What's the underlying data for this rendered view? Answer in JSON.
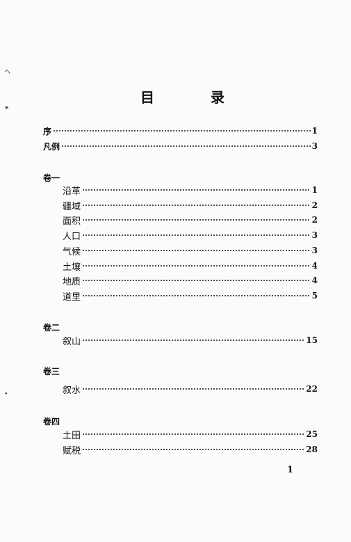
{
  "title": {
    "left": "目",
    "right": "录"
  },
  "front_entries": [
    {
      "label": "序",
      "page": "1"
    },
    {
      "label": "凡例",
      "page": "3"
    }
  ],
  "volumes": [
    {
      "heading": "卷一",
      "entries": [
        {
          "label": "沿革",
          "page": "1"
        },
        {
          "label": "疆域",
          "page": "2"
        },
        {
          "label": "面积",
          "page": "2"
        },
        {
          "label": "人口",
          "page": "3"
        },
        {
          "label": "气候",
          "page": "3"
        },
        {
          "label": "土壤",
          "page": "4"
        },
        {
          "label": "地质",
          "page": "4"
        },
        {
          "label": "道里",
          "page": "5"
        }
      ]
    },
    {
      "heading": "卷二",
      "entries": [
        {
          "label": "叙山",
          "page": "15"
        }
      ]
    },
    {
      "heading": "卷三",
      "entries": [
        {
          "label": "叙水",
          "page": "22"
        }
      ]
    },
    {
      "heading": "卷四",
      "entries": [
        {
          "label": "土田",
          "page": "25"
        },
        {
          "label": "赋税",
          "page": "28"
        }
      ]
    }
  ],
  "page_number": "1"
}
